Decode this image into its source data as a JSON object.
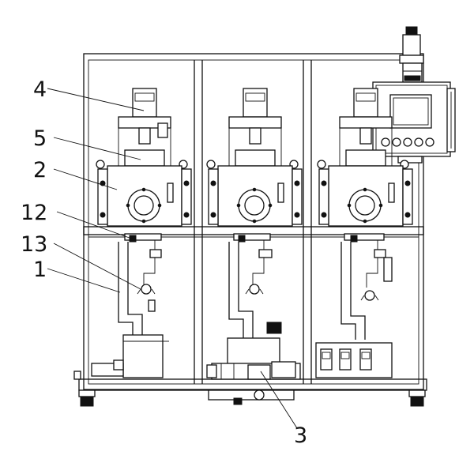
{
  "labels": {
    "l4": "4",
    "l5": "5",
    "l2": "2",
    "l12": "12",
    "l13": "13",
    "l1": "1",
    "l3": "3"
  },
  "line_color": "#111111",
  "background_color": "#ffffff"
}
